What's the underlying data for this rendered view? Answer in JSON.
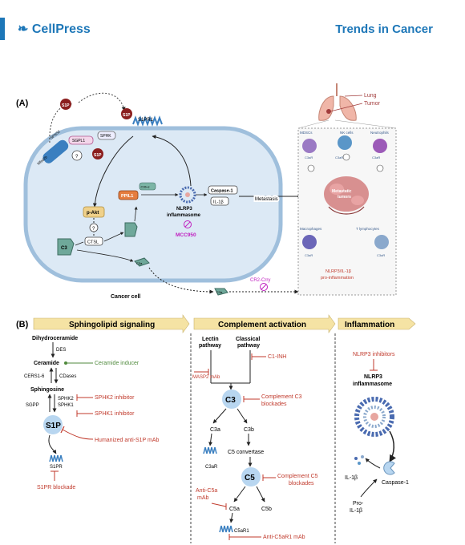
{
  "header": {
    "brand": "CellPress",
    "journal": "Trends in Cancer"
  },
  "panelA": {
    "label": "(A)",
    "s1p": "S1P",
    "s1pr1": "S1PR1",
    "spns2": "SPNS2",
    "mfsd2b": "Mfsd2b",
    "sgpl1": "SGPL1",
    "sphk": "SPHK",
    "qmark": "?",
    "pakt": "p-Akt",
    "ctsl": "CTSL",
    "c3": "C3",
    "c3a": "C3a",
    "c3b_a": "C3b-α",
    "ppil1": "PPIL1",
    "nlrp3": "NLRP3",
    "inflammasome": "inflammasome",
    "mcc950": "MCC950",
    "caspase1": "Caspase-1",
    "il1b": "IL-1β",
    "metastasis": "Metastasis",
    "cancer_cell": "Cancer cell",
    "cr2crry": "CR2-Crry",
    "lung": "Lung",
    "tumor": "Tumor",
    "mdscs": "MDSCs",
    "nk_cells": "NK cells",
    "neutrophils": "Neutrophils",
    "c3ar": "C3aR",
    "met_tumor_1": "Metastatic",
    "met_tumor_2": "tumors",
    "macrophages": "Macrophages",
    "t_lymph": "T lymphocytes",
    "nlrp3_il1b": "NLRP3/IL-1β",
    "pro_inflam": "pro-inflammation"
  },
  "panelB": {
    "label": "(B)",
    "arrow1": "Sphingolipid signaling",
    "arrow2": "Complement activation",
    "arrow3": "Inflammation",
    "dihydroceramide": "Dihydroceramide",
    "des": "DES",
    "ceramide": "Ceramide",
    "ceramide_inducer": "Ceramide inducer",
    "cers": "CERS1-6",
    "cdases": "CDases",
    "sphingosine": "Sphingosine",
    "sphk2": "SPHK2",
    "sphk1": "SPHK1",
    "sgpp": "SGPP",
    "sphk2_inh": "SPHK2 inhibitor",
    "sphk1_inh": "SPHK1 inhibitor",
    "s1p": "S1P",
    "anti_s1p": "Humanized anti-S1P mAb",
    "s1pr": "S1PR",
    "s1pr_blockade": "S1PR blockade",
    "lectin1": "Lectin",
    "lectin2": "pathway",
    "classical1": "Classical",
    "classical2": "pathway",
    "c1inh": "C1-INH",
    "masp2": "MASP2 mAb",
    "c3": "C3",
    "c3_block1": "Complement C3",
    "c3_block2": "blockades",
    "c3a": "C3a",
    "c3b": "C3b",
    "c3ar": "C3aR",
    "c5conv": "C5 convertase",
    "c5": "C5",
    "c5_block1": "Complement C5",
    "c5_block2": "blockades",
    "antic5a1": "Anti-C5a",
    "antic5a2": "mAb",
    "c5a": "C5a",
    "c5b": "C5b",
    "c5ar1": "C5aR1",
    "antic5ar1": "Anti-C5aR1 mAb",
    "nlrp3_inh": "NLRP3 inhibitors",
    "nlrp3": "NLRP3",
    "inflammasome": "inflammasome",
    "il1b": "IL-1β",
    "caspase1": "Caspase-1",
    "pro": "Pro-",
    "pro_il1b": "IL-1β"
  },
  "colors": {
    "brand": "#1d77b8",
    "inhibitor": "#c0392b",
    "magenta": "#c020c0",
    "cell_fill": "#dce9f5",
    "cell_stroke": "#9fbfdc",
    "node_blue": "#b8d6f0",
    "arrow_band": "#f5e3a4"
  }
}
